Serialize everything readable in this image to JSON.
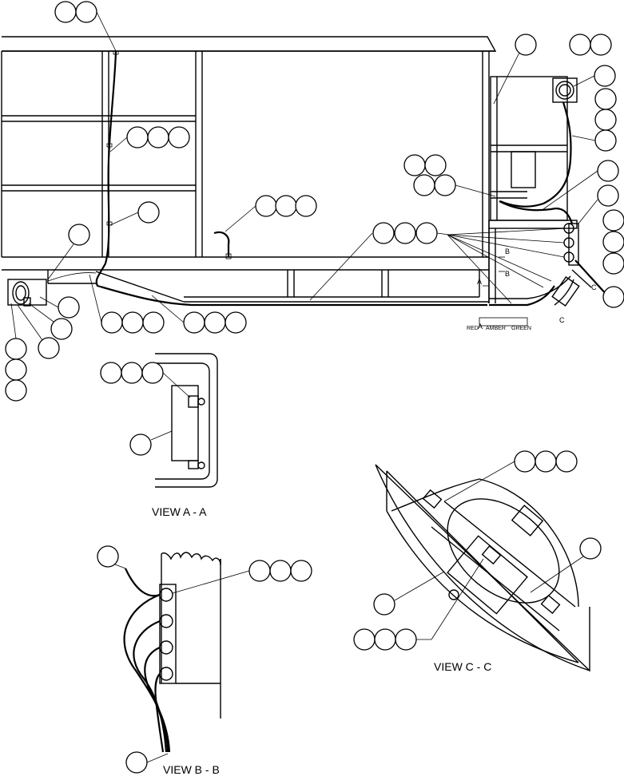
{
  "views": {
    "a": "VIEW  A - A",
    "b": "VIEW  B - B",
    "c": "VIEW  C - C"
  },
  "section_marks": {
    "a1": "A",
    "a2": "A",
    "b1": "B",
    "b2": "B",
    "c1": "C",
    "c2": "C"
  },
  "wire_colors": {
    "red": "RED",
    "amber": "AMBER",
    "green": "GREEN"
  }
}
